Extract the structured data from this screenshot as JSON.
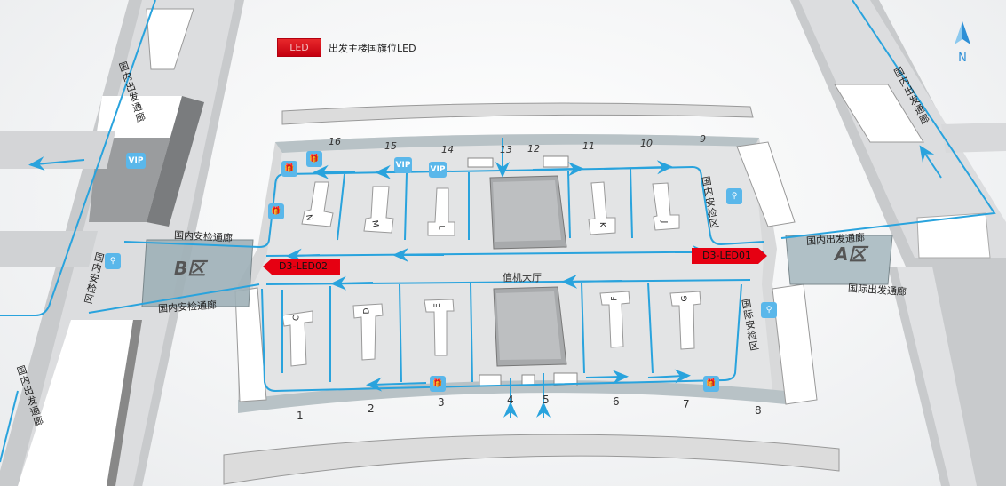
{
  "legend": {
    "swatch_label": "LED",
    "description": "出发主楼国旗位LED",
    "swatch_color": "#d71920"
  },
  "compass": {
    "label": "N",
    "color": "#2d8fd6"
  },
  "hall": {
    "label": "值机大厅"
  },
  "zones": {
    "a": {
      "label": "A区"
    },
    "b": {
      "label": "B区"
    }
  },
  "leds": [
    {
      "id": "D3-LED02",
      "label": "D3-LED02",
      "direction": "left"
    },
    {
      "id": "D3-LED01",
      "label": "D3-LED01",
      "direction": "right"
    }
  ],
  "corridors": {
    "domestic_security_corridor_top": "国内安检通廊",
    "domestic_security_corridor_bottom": "国内安检通廊",
    "domestic_departure_corridor_right": "国内出发通廊",
    "international_departure_corridor": "国际出发通廊",
    "domestic_departure_corridor_left_top": "国内出发通廊",
    "domestic_departure_corridor_left_bottom": "国内出发通廊",
    "domestic_departure_corridor_right_top": "国内出发通廊"
  },
  "security_areas": {
    "domestic_right": "国内安检区",
    "international_right": "国际安检区",
    "domestic_left": "国内安检区"
  },
  "gates_top": [
    "16",
    "15",
    "14",
    "13",
    "12",
    "11",
    "10",
    "9"
  ],
  "gates_bottom": [
    "1",
    "2",
    "3",
    "4",
    "5",
    "6",
    "7",
    "8"
  ],
  "check_in_islands_top": [
    "N",
    "M",
    "L",
    "K",
    "J"
  ],
  "check_in_islands_bottom": [
    "C",
    "D",
    "E",
    "F",
    "G"
  ],
  "vip_labels": [
    "VIP",
    "VIP",
    "VIP"
  ],
  "route_color": "#29a3dd"
}
